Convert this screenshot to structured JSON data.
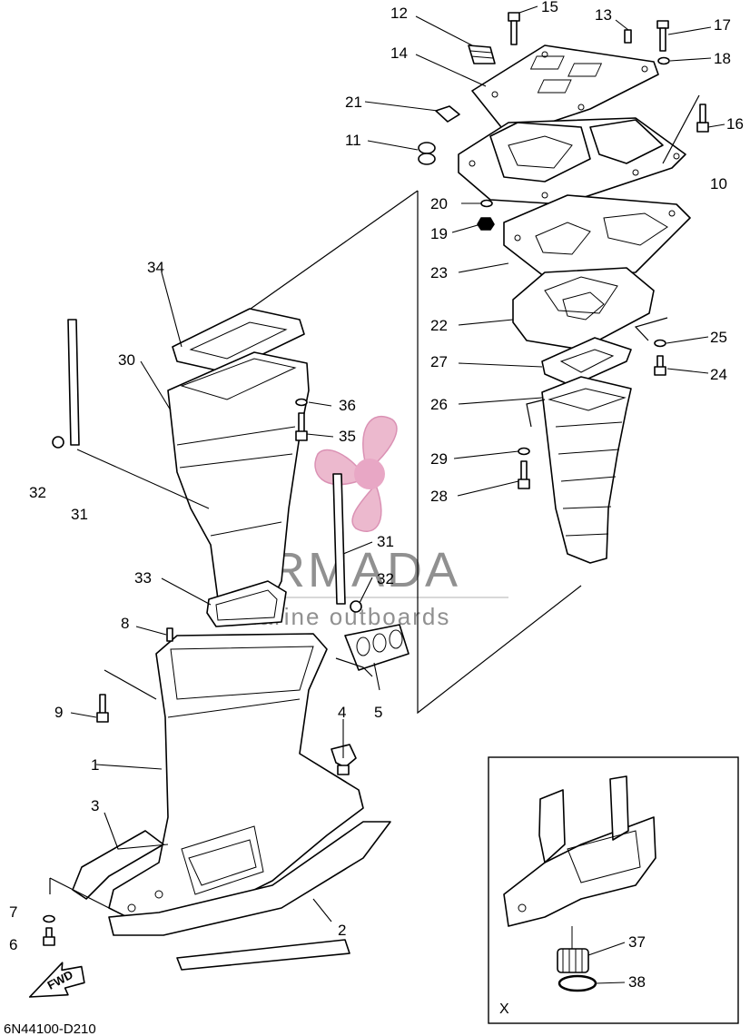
{
  "diagram": {
    "code": "6N44100-D210",
    "inset_label": "X",
    "fwd_label": "FWD",
    "watermark": {
      "brand": "ARMADA",
      "tagline": "marine outboards",
      "color_pink": "#e8a7c4",
      "color_gray": "#8b8b8b"
    },
    "part_numbers": {
      "p1": "1",
      "p2": "2",
      "p3": "3",
      "p4": "4",
      "p5": "5",
      "p6": "6",
      "p7": "7",
      "p8": "8",
      "p9": "9",
      "p10": "10",
      "p11": "11",
      "p12": "12",
      "p13": "13",
      "p14": "14",
      "p15": "15",
      "p16": "16",
      "p17": "17",
      "p18": "18",
      "p19": "19",
      "p20": "20",
      "p21": "21",
      "p22": "22",
      "p23": "23",
      "p24": "24",
      "p25": "25",
      "p26": "26",
      "p27": "27",
      "p28": "28",
      "p29": "29",
      "p30": "30",
      "p31a": "31",
      "p31b": "31",
      "p32a": "32",
      "p32b": "32",
      "p33": "33",
      "p34": "34",
      "p35": "35",
      "p36": "36",
      "p37": "37",
      "p38": "38"
    }
  }
}
